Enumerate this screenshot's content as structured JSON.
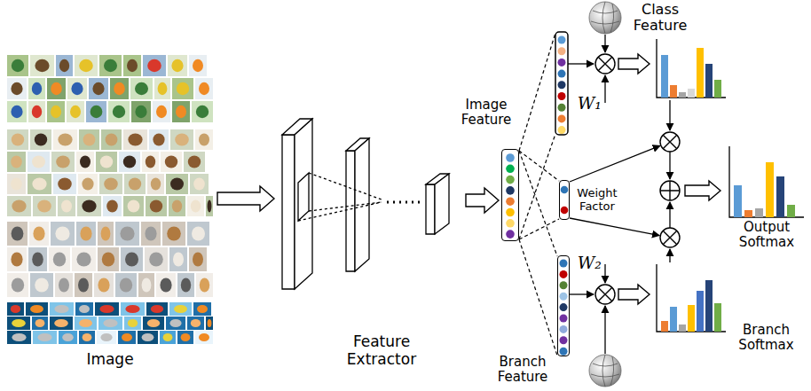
{
  "diagram": {
    "nodes": [
      {
        "text": [
          "Image"
        ]
      },
      {
        "text": [
          "Feature Extractor"
        ]
      },
      {
        "text": [
          "Image Feature"
        ]
      },
      {
        "text": [
          "Class Feature"
        ]
      },
      {
        "text": [
          "Weight Factor"
        ]
      },
      {
        "text": [
          "Branch Feature"
        ]
      },
      {
        "text": [
          "Output Softmax"
        ]
      },
      {
        "text": [
          "Branch Softmax"
        ]
      }
    ],
    "edges": [
      {
        "from": 0,
        "to": 1,
        "arrow": "to"
      },
      {
        "from": 1,
        "to": 2,
        "arrow": "to"
      },
      {
        "from": 2,
        "to": 4,
        "arrow": "none"
      },
      {
        "from": 2,
        "to": 5,
        "arrow": "none"
      }
    ],
    "labels": [
      "W₁",
      "W₂"
    ]
  }
}
